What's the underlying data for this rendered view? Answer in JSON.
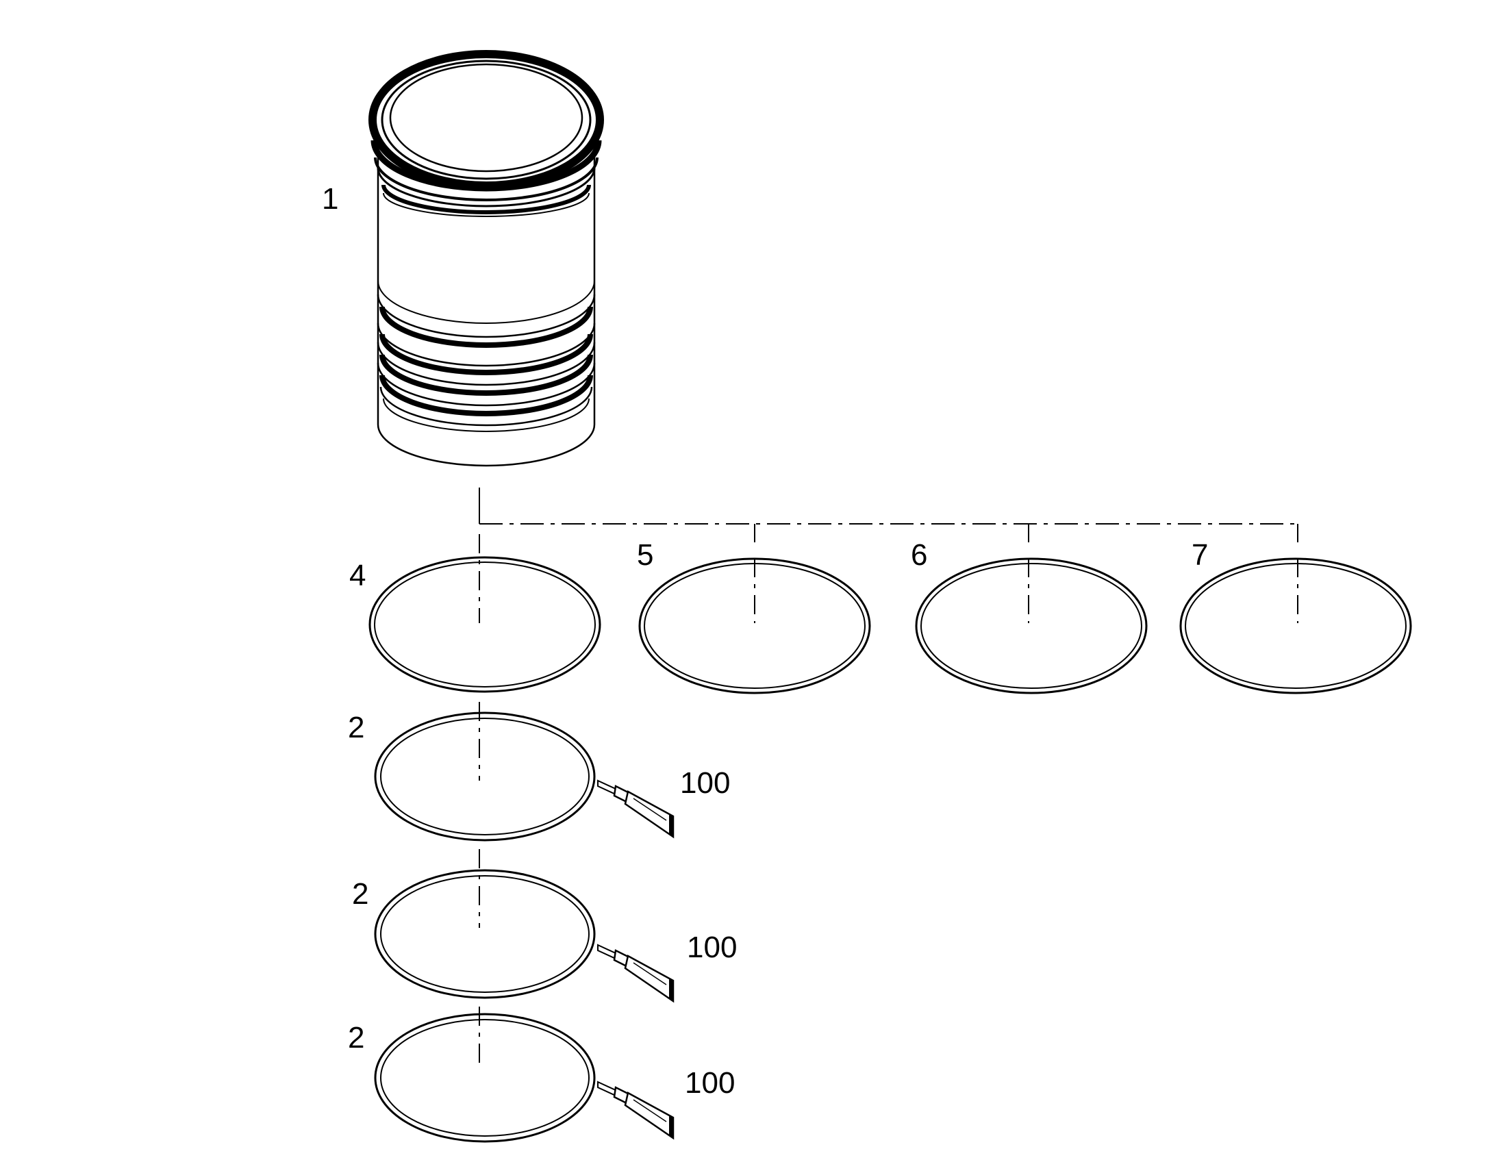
{
  "callouts": {
    "liner": "1",
    "ring_top": "4",
    "ring_alt_a": "5",
    "ring_alt_b": "6",
    "ring_alt_c": "7",
    "oring_1": "2",
    "oring_2": "2",
    "oring_3": "2",
    "sealant_1": "100",
    "sealant_2": "100",
    "sealant_3": "100"
  },
  "colors": {
    "line": "#000000",
    "background": "#ffffff"
  },
  "icons": {
    "sealant": "sealant-tube-icon"
  }
}
